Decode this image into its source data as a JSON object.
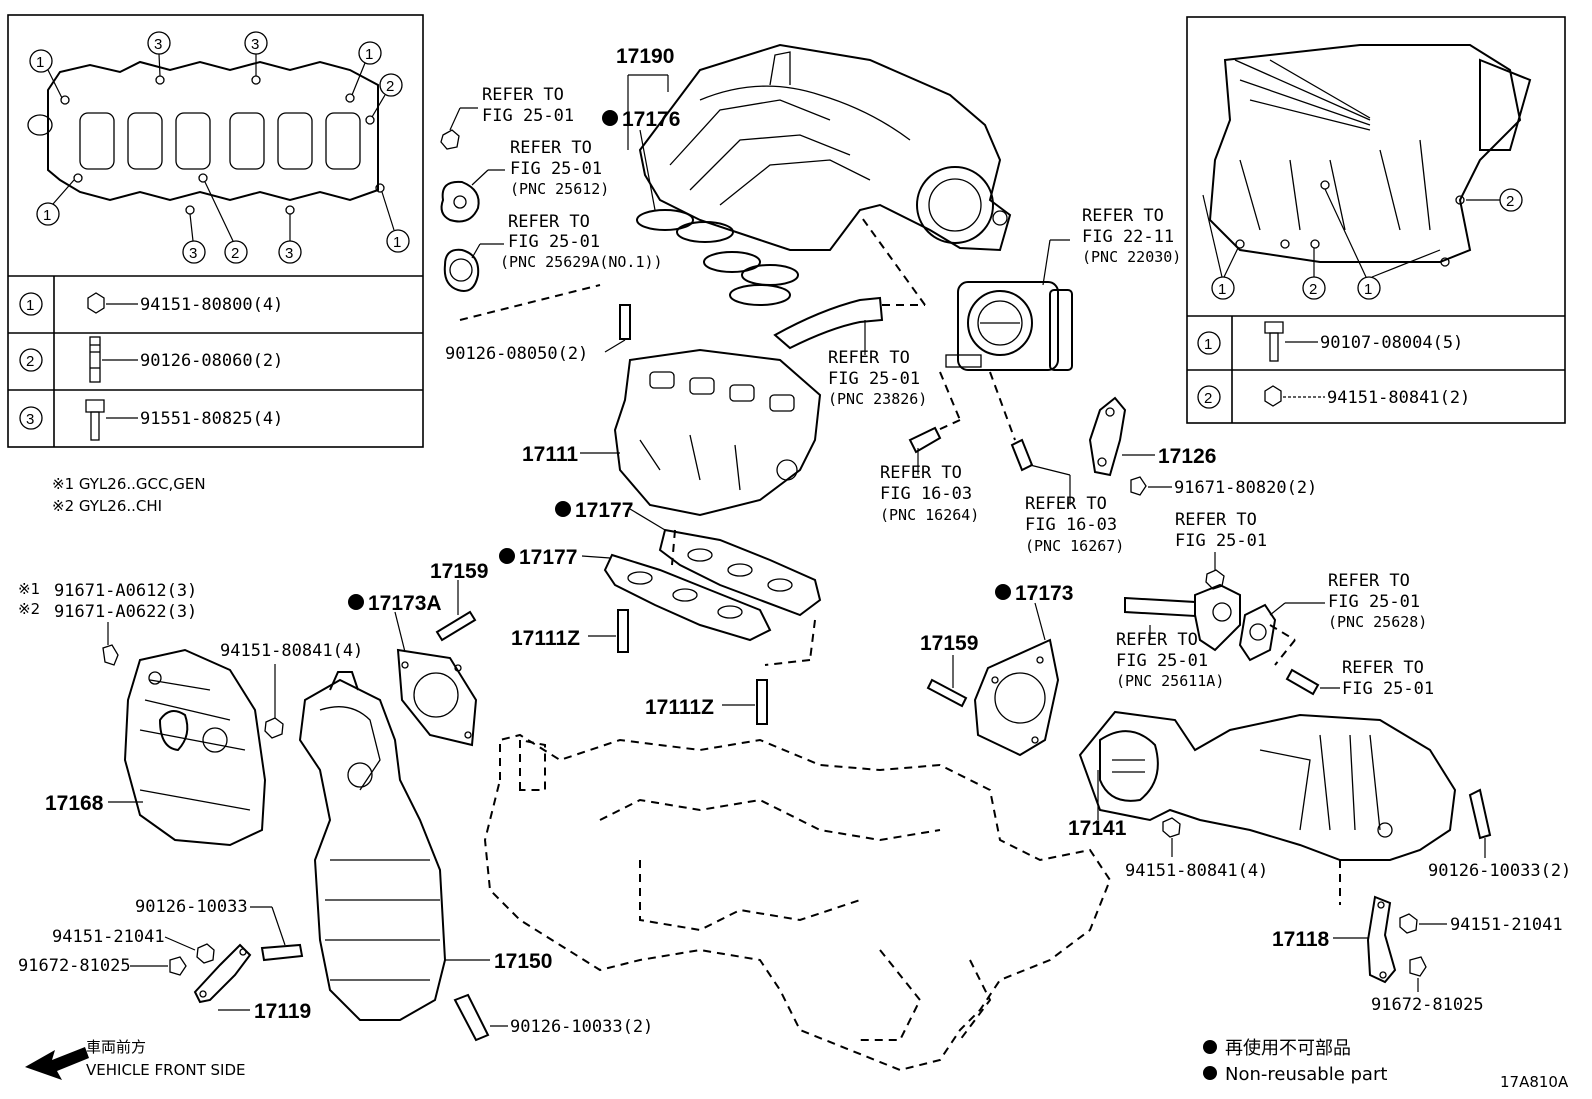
{
  "figure_code": "17A810A",
  "left_table": {
    "rows": [
      {
        "key": "1",
        "part": "94151-80800(4)"
      },
      {
        "key": "2",
        "part": "90126-08060(2)"
      },
      {
        "key": "3",
        "part": "91551-80825(4)"
      }
    ]
  },
  "right_table": {
    "rows": [
      {
        "key": "1",
        "part": "90107-08004(5)"
      },
      {
        "key": "2",
        "part": "94151-80841(2)"
      }
    ]
  },
  "notes": {
    "n1": "※1 GYL26..GCC,GEN",
    "n2": "※2 GYL26..CHI"
  },
  "front": {
    "jp": "車両前方",
    "en": "VEHICLE FRONT SIDE"
  },
  "legend": {
    "jp": "再使用不可部品",
    "en": "Non-reusable part"
  },
  "parts": {
    "p17190": "17190",
    "p17176": "17176",
    "p17111": "17111",
    "p17177a": "17177",
    "p17177b": "17177",
    "p17159a": "17159",
    "p17173a": "17173A",
    "p17111za": "17111Z",
    "p17111zb": "17111Z",
    "p17168": "17168",
    "p17150": "17150",
    "p17119": "17119",
    "p17126": "17126",
    "p17173": "17173",
    "p17159b": "17159",
    "p17141": "17141",
    "p17118": "17118"
  },
  "part_numbers": {
    "a": "90126-08050(2)",
    "b": "91671-80820(2)",
    "c": "91671-A0612(3)",
    "c_mark": "※1",
    "d": "91671-A0622(3)",
    "d_mark": "※2",
    "e": "94151-80841(4)",
    "f": "90126-10033",
    "g": "94151-21041",
    "h": "91672-81025",
    "i": "90126-10033(2)",
    "j": "94151-80841(4)",
    "k": "90126-10033(2)",
    "l": "94151-21041",
    "m": "91672-81025"
  },
  "refs": {
    "r1": [
      "REFER TO",
      "FIG 25-01"
    ],
    "r2": [
      "REFER TO",
      "FIG 25-01",
      "(PNC 25612)"
    ],
    "r3": [
      "REFER TO",
      "FIG 25-01",
      "(PNC 25629A(NO.1))"
    ],
    "r4": [
      "REFER TO",
      "FIG 22-11",
      "(PNC 22030)"
    ],
    "r5": [
      "REFER TO",
      "FIG 25-01",
      "(PNC 23826)"
    ],
    "r6": [
      "REFER TO",
      "FIG 16-03",
      "(PNC 16264)"
    ],
    "r7": [
      "REFER TO",
      "FIG 16-03",
      "(PNC 16267)"
    ],
    "r8": [
      "REFER TO",
      "FIG 25-01"
    ],
    "r9": [
      "REFER TO",
      "FIG 25-01",
      "(PNC 25628)"
    ],
    "r10": [
      "REFER TO",
      "FIG 25-01",
      "(PNC 25611A)"
    ],
    "r11": [
      "REFER TO",
      "FIG 25-01"
    ]
  }
}
